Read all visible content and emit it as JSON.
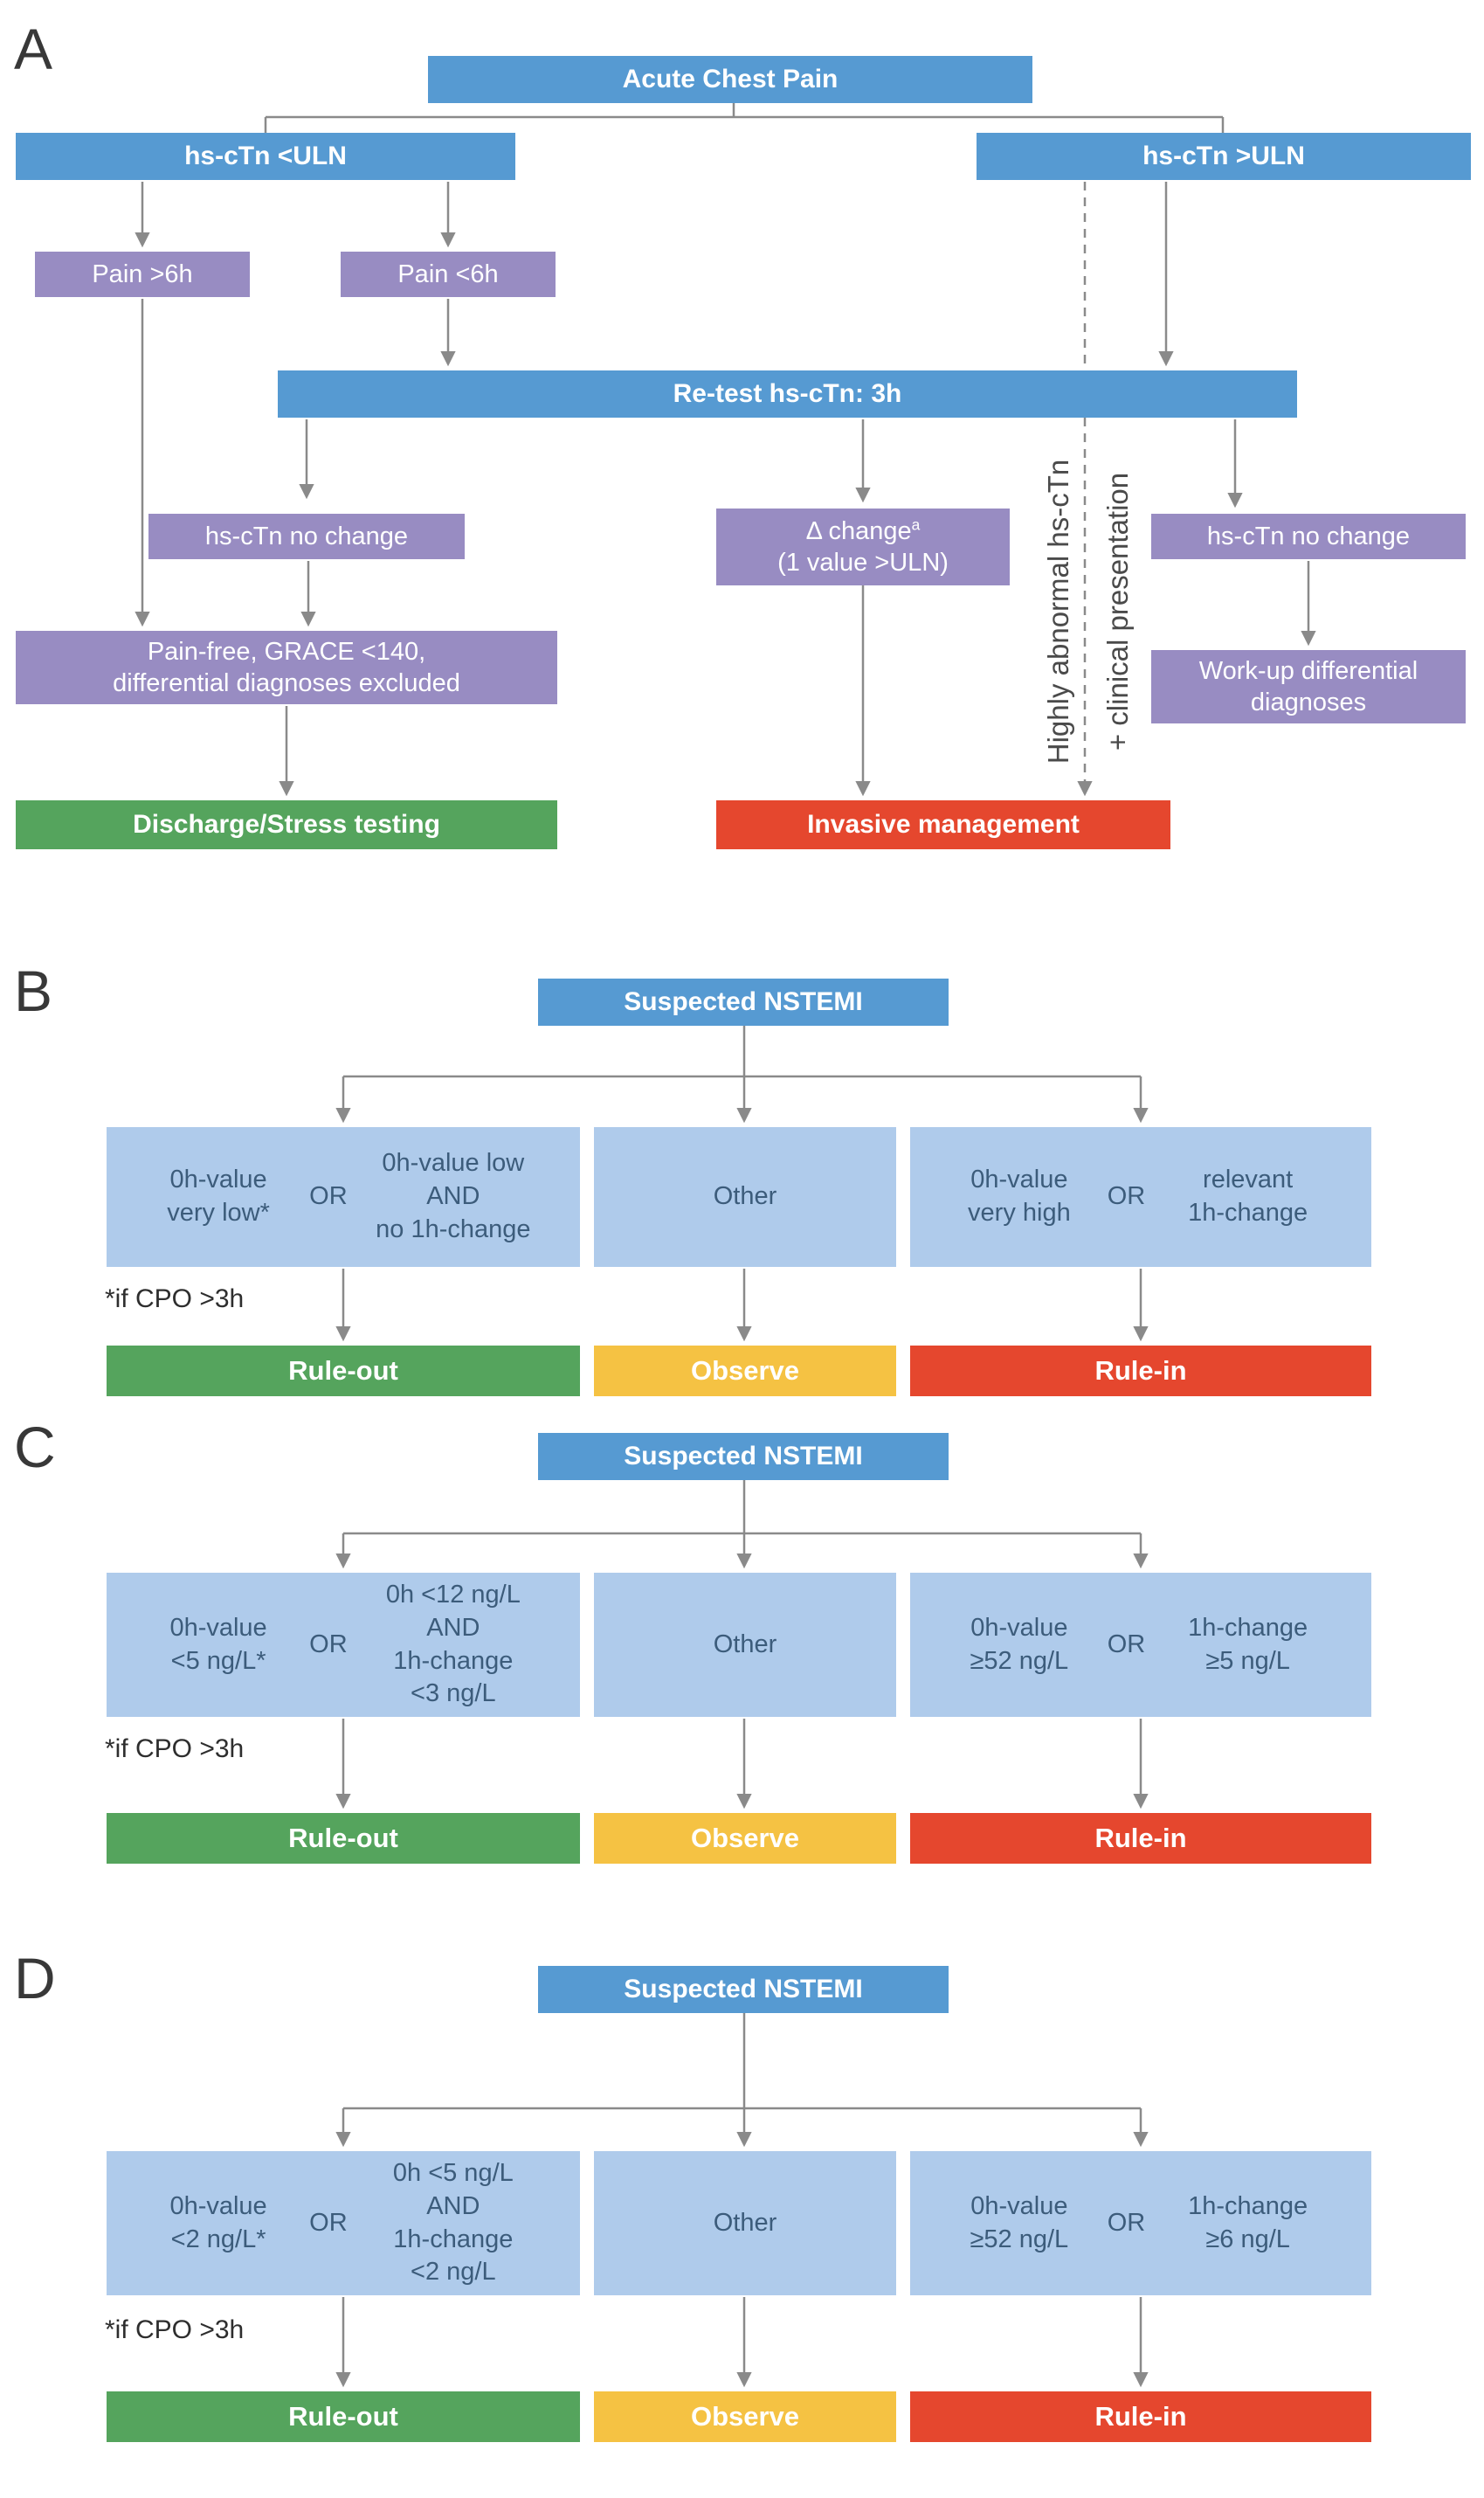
{
  "figure": {
    "panelA": {
      "letter": "A",
      "title": "Acute Chest Pain",
      "hs_ctn_below_uln": "hs-cTn <ULN",
      "hs_ctn_above_uln": "hs-cTn >ULN",
      "pain_over_6h": "Pain >6h",
      "pain_under_6h": "Pain <6h",
      "retest": "Re-test hs-cTn: 3h",
      "no_change_left": "hs-cTn no change",
      "no_change_right": "hs-cTn no change",
      "delta_change": "Δ change",
      "delta_sup": "a",
      "delta_detail": "(1 value >ULN)",
      "pain_free": [
        "Pain-free, GRACE <140,",
        "differential diagnoses excluded"
      ],
      "work_up": [
        "Work-up differential",
        "diagnoses"
      ],
      "discharge": "Discharge/Stress testing",
      "invasive": "Invasive management",
      "bypass_label_1": "Highly abnormal hs-cTn",
      "bypass_label_2": "+ clinical presentation"
    },
    "panelB": {
      "letter": "B",
      "title": "Suspected NSTEMI",
      "rule_out_cond_1": [
        "0h-value",
        "very low*"
      ],
      "or_left": "OR",
      "rule_out_cond_2": [
        "0h-value low",
        "AND",
        "no 1h-change"
      ],
      "observe_cond": "Other",
      "rule_in_cond_1": [
        "0h-value",
        "very high"
      ],
      "or_right": "OR",
      "rule_in_cond_2": [
        "relevant",
        "1h-change"
      ],
      "footnote": "*if CPO >3h",
      "rule_out": "Rule-out",
      "observe": "Observe",
      "rule_in": "Rule-in"
    },
    "panelC": {
      "letter": "C",
      "title": "Suspected NSTEMI",
      "rule_out_cond_1": [
        "0h-value",
        "<5 ng/L*"
      ],
      "or_left": "OR",
      "rule_out_cond_2": [
        "0h <12 ng/L",
        "AND",
        "1h-change",
        "<3 ng/L"
      ],
      "observe_cond": "Other",
      "rule_in_cond_1": [
        "0h-value",
        "≥52 ng/L"
      ],
      "or_right": "OR",
      "rule_in_cond_2": [
        "1h-change",
        "≥5 ng/L"
      ],
      "footnote": "*if CPO >3h",
      "rule_out": "Rule-out",
      "observe": "Observe",
      "rule_in": "Rule-in"
    },
    "panelD": {
      "letter": "D",
      "title": "Suspected NSTEMI",
      "rule_out_cond_1": [
        "0h-value",
        "<2 ng/L*"
      ],
      "or_left": "OR",
      "rule_out_cond_2": [
        "0h <5 ng/L",
        "AND",
        "1h-change",
        "<2 ng/L"
      ],
      "observe_cond": "Other",
      "rule_in_cond_1": [
        "0h-value",
        "≥52 ng/L"
      ],
      "or_right": "OR",
      "rule_in_cond_2": [
        "1h-change",
        "≥6 ng/L"
      ],
      "footnote": "*if CPO >3h",
      "rule_out": "Rule-out",
      "observe": "Observe",
      "rule_in": "Rule-in"
    },
    "colors": {
      "blue": "#569AD2",
      "purple": "#988CC2",
      "light_blue": "#AFCBEB",
      "green": "#55A45D",
      "amber": "#F5C243",
      "red": "#E5472E",
      "line_gray": "#8A8A8A"
    }
  }
}
